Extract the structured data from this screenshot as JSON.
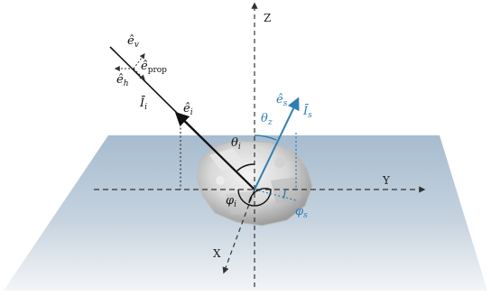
{
  "axes": {
    "z": "Z",
    "y": "Y",
    "x": "X"
  },
  "incident": {
    "e_v": "ê",
    "e_v_sub": "v",
    "e_prop": "ê",
    "e_prop_sub": "prop",
    "e_h": "ê",
    "e_h_sub": "h",
    "I_i": "Ī",
    "I_i_sub": "i",
    "e_i": "ê",
    "e_i_sub": "i",
    "theta_i": "θ",
    "theta_i_sub": "i",
    "phi_i": "φ",
    "phi_i_sub": "i"
  },
  "scattered": {
    "e_s": "ê",
    "e_s_sub": "s",
    "I_s": "Ī",
    "I_s_sub": "s",
    "theta_z": "θ",
    "theta_z_sub": "z",
    "phi_s": "φ",
    "phi_s_sub": "s"
  },
  "colors": {
    "scatter": "#2e7eb3",
    "incident": "#111111",
    "plane_top": "#a9bdd0",
    "plane_bottom": "#f4f6f8"
  }
}
